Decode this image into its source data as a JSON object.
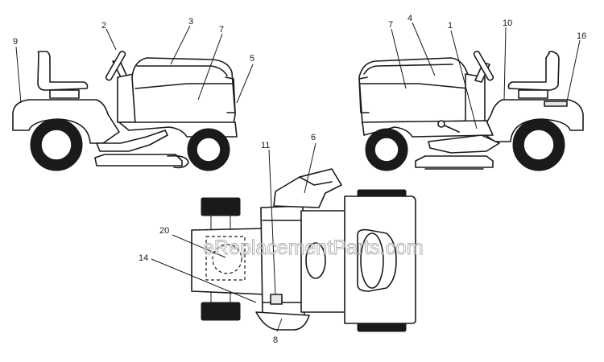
{
  "callouts": {
    "c1": "1",
    "c2": "2",
    "c3": "3",
    "c4": "4",
    "c5": "5",
    "c6": "6",
    "c7_left": "7",
    "c7_right": "7",
    "c8": "8",
    "c9": "9",
    "c10": "10",
    "c11": "11",
    "c14": "14",
    "c16": "16",
    "c20": "20"
  },
  "watermark": "eReplacementParts.com",
  "colors": {
    "line": "#1a1a1a",
    "label_fill": "#e6e6e6",
    "tire": "#1a1a1a",
    "background": "#ffffff"
  }
}
